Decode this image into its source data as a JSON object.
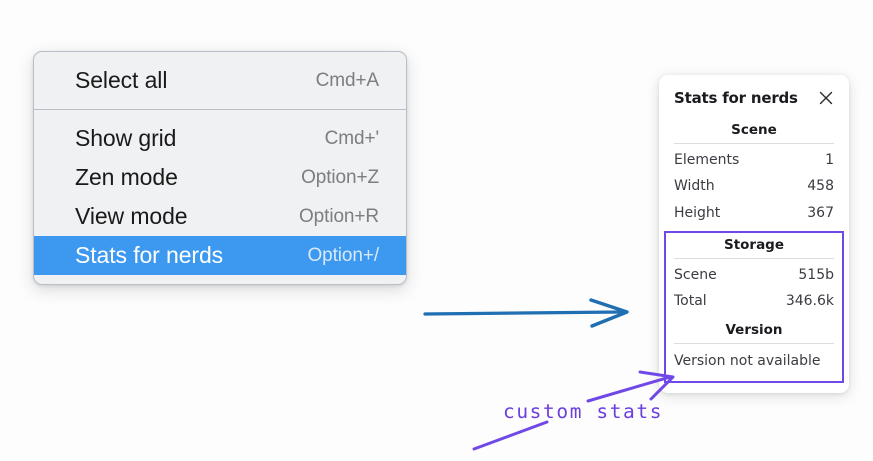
{
  "colors": {
    "page_background": "#fdfdfd",
    "menu_background": "#f0f1f3",
    "menu_border": "#b9bec6",
    "menu_highlight": "#3d99f0",
    "annotation_blue": "#1f6fb2",
    "annotation_purple": "#7048e8",
    "panel_background": "#ffffff"
  },
  "context_menu": {
    "name": "canvas-context-menu",
    "sections": [
      {
        "items": [
          {
            "label": "Select all",
            "shortcut": "Cmd+A",
            "selected": false,
            "name": "menu-item-select-all"
          }
        ]
      },
      {
        "items": [
          {
            "label": "Show grid",
            "shortcut": "Cmd+'",
            "selected": false,
            "name": "menu-item-show-grid"
          },
          {
            "label": "Zen mode",
            "shortcut": "Option+Z",
            "selected": false,
            "name": "menu-item-zen-mode"
          },
          {
            "label": "View mode",
            "shortcut": "Option+R",
            "selected": false,
            "name": "menu-item-view-mode"
          },
          {
            "label": "Stats for nerds",
            "shortcut": "Option+/",
            "selected": true,
            "name": "menu-item-stats-for-nerds"
          }
        ]
      }
    ]
  },
  "stats_panel": {
    "title": "Stats for nerds",
    "close_icon": "close-icon",
    "scene": {
      "heading": "Scene",
      "rows": [
        {
          "key": "Elements",
          "value": "1"
        },
        {
          "key": "Width",
          "value": "458"
        },
        {
          "key": "Height",
          "value": "367"
        }
      ]
    },
    "storage": {
      "heading": "Storage",
      "rows": [
        {
          "key": "Scene",
          "value": "515b"
        },
        {
          "key": "Total",
          "value": "346.6k"
        }
      ]
    },
    "version": {
      "heading": "Version",
      "text": "Version not available"
    }
  },
  "annotations": {
    "custom_stats_label": "custom stats",
    "blue_arrow_name": "blue-pointer-arrow",
    "purple_arrow_name": "purple-pointer-arrow",
    "purple_underline_name": "purple-underline-stroke"
  }
}
